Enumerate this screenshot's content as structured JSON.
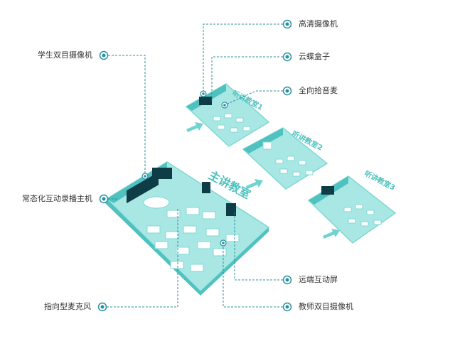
{
  "rooms": {
    "main": "主讲教室",
    "listen1": "听讲教室1",
    "listen2": "听讲教室2",
    "listen3": "听讲教室3"
  },
  "labels": {
    "hd_camera": "高清摄像机",
    "cloud_box": "云蝶盒子",
    "omni_mic": "全向拾音麦",
    "student_camera": "学生双目摄像机",
    "recording_host": "常态化互动录播主机",
    "remote_screen": "远端互动屏",
    "directional_mic": "指向型麦克风",
    "teacher_camera": "教师双目摄像机"
  },
  "colors": {
    "room_top": "#6fd3d0",
    "room_wall": "#4fc2bf",
    "room_floor": "#a7e6e3",
    "callout_line": "#2a8fa0",
    "dot": "#2a8fa0",
    "arrow": "#6fd3d0"
  }
}
